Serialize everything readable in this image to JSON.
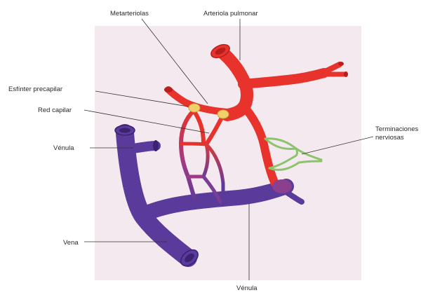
{
  "labels": {
    "metarteriolas": "Metarteriolas",
    "arteriola_pulmonar": "Arteriola pulmonar",
    "esfinter_precapilar": "Esfínter precapilar",
    "red_capilar": "Red capilar",
    "venula_left": "Vénula",
    "vena": "Vena",
    "venula_bottom": "Vénula",
    "terminaciones_line1": "Terminaciones",
    "terminaciones_line2": "nerviosas"
  },
  "colors": {
    "panel": "#f3e9ef",
    "artery": "#e8322c",
    "artery_dark": "#b81f1c",
    "vein": "#5a3a9a",
    "vein_dark": "#3a2270",
    "capillary_mix": "#8a3f8f",
    "sphincter": "#efd06a",
    "nerve": "#8cc46c",
    "leader": "#333333"
  }
}
